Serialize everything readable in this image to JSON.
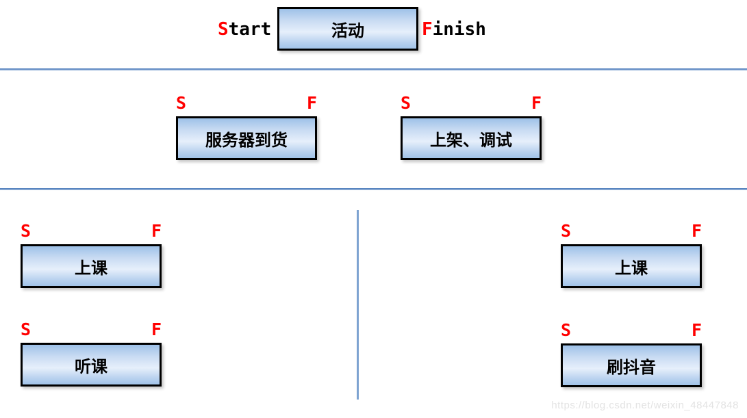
{
  "legend": {
    "start_first": "S",
    "start_rest": "tart",
    "activity": "活动",
    "finish_first": "F",
    "finish_rest": "inish"
  },
  "markers": {
    "s": "S",
    "f": "F"
  },
  "rows": {
    "middle": [
      {
        "label": "服务器到货"
      },
      {
        "label": "上架、调试"
      }
    ],
    "bottom_left": [
      {
        "label": "上课"
      },
      {
        "label": "听课"
      }
    ],
    "bottom_right": [
      {
        "label": "上课"
      },
      {
        "label": "刷抖音"
      }
    ]
  },
  "watermark": "https://blog.csdn.net/weixin_48447848",
  "colors": {
    "marker_red": "#ff0000",
    "box_border": "#000000",
    "box_fill_dark": "#9ec1e8",
    "box_fill_light": "#e6effb",
    "divider_blue": "#4f7dbc",
    "vertical_divider_blue": "#7da3d1",
    "watermark_gray": "#e3e3e3"
  }
}
